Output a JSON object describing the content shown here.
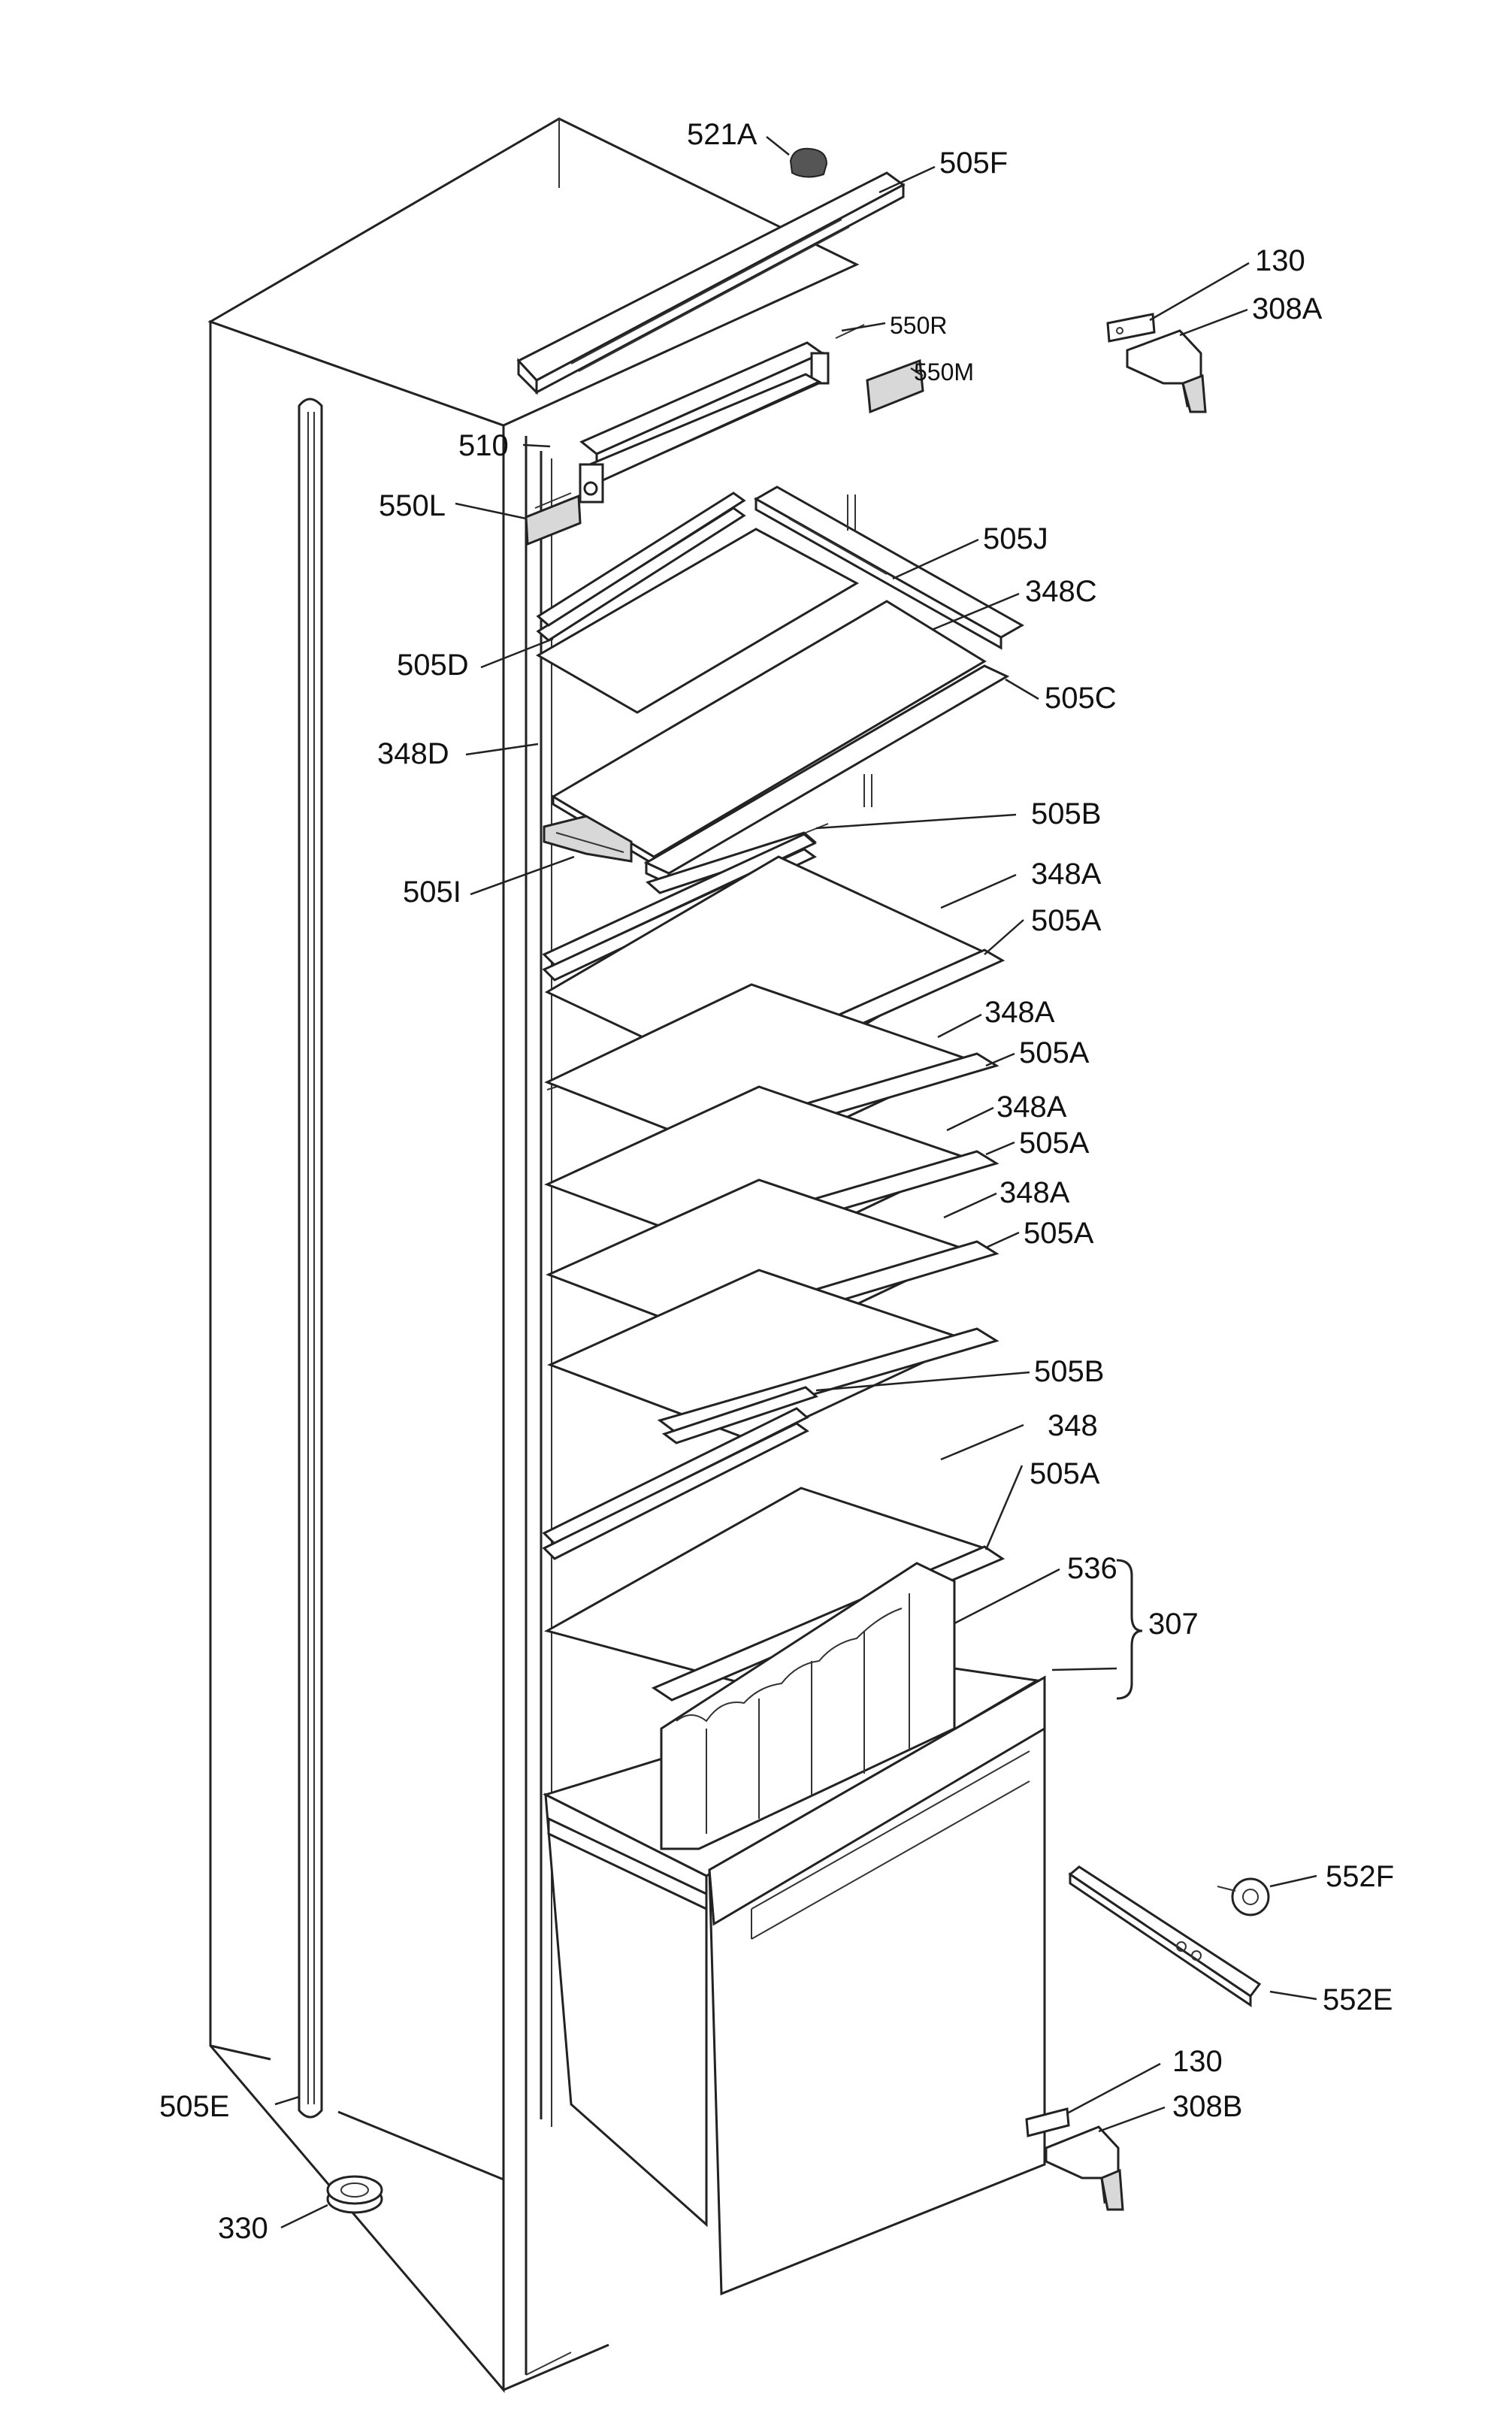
{
  "labels": {
    "l_521A": "521A",
    "l_505F": "505F",
    "l_130_top": "130",
    "l_308A": "308A",
    "l_550R": "550R",
    "l_550M": "550M",
    "l_510": "510",
    "l_550L": "550L",
    "l_505J": "505J",
    "l_348C": "348C",
    "l_505D": "505D",
    "l_505C": "505C",
    "l_348D": "348D",
    "l_505B_1": "505B",
    "l_505I": "505I",
    "l_348A_1": "348A",
    "l_505A_1": "505A",
    "l_348A_2": "348A",
    "l_505A_2": "505A",
    "l_348A_3": "348A",
    "l_505A_3": "505A",
    "l_348A_4": "348A",
    "l_505A_4": "505A",
    "l_505B_2": "505B",
    "l_348": "348",
    "l_505A_5": "505A",
    "l_536": "536",
    "l_307": "307",
    "l_552F": "552F",
    "l_552E": "552E",
    "l_505E": "505E",
    "l_130_bottom": "130",
    "l_308B": "308B",
    "l_330": "330"
  }
}
